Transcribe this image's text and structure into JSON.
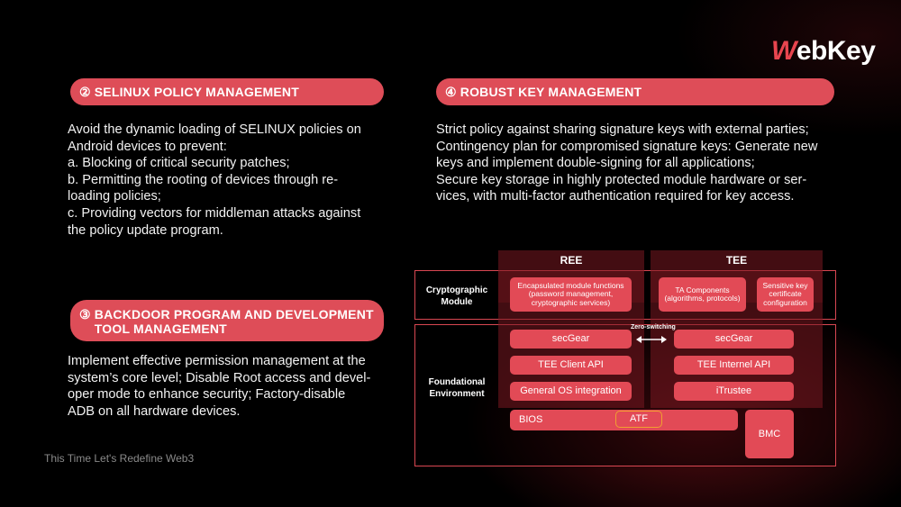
{
  "brand": {
    "logo_mark": "W",
    "logo_rest": "ebKey"
  },
  "sections": {
    "selinux": {
      "number": "②",
      "title": "SELINUX POLICY MANAGEMENT",
      "body": "Avoid the dynamic loading of SELINUX policies on\nAndroid devices to prevent:\na. Blocking of critical security patches;\nb. Permitting the rooting of devices through re-\nloading policies;\nc. Providing vectors for middleman attacks against\nthe policy update program."
    },
    "backdoor": {
      "number": "③",
      "title_line1": "BACKDOOR PROGRAM AND DEVELOPMENT",
      "title_line2": "TOOL MANAGEMENT",
      "body": "Implement effective permission management at the\nsystem’s core level; Disable Root access and devel-\noper mode to enhance security; Factory-disable\nADB on all hardware devices."
    },
    "keys": {
      "number": "④",
      "title": "ROBUST KEY MANAGEMENT",
      "body": "Strict policy against sharing signature keys with external parties;\nContingency plan for compromised signature keys: Generate new\nkeys and implement double-signing for all applications;\nSecure key storage in highly protected module hardware or ser-\nvices, with multi-factor authentication required for key access."
    }
  },
  "footer": "This Time Let's Redefine Web3",
  "diagram": {
    "columns": {
      "ree": "REE",
      "tee": "TEE"
    },
    "rows": {
      "crypto": "Cryptographic\nModule",
      "foundation": "Foundational\nEnvironment"
    },
    "ree_crypto": "Encapsulated module functions\n(password management,\ncryptographic services)",
    "tee_crypto_1": "TA Components\n(algorithms, protocols)",
    "tee_crypto_2": "Sensitive key\ncertificate\nconfiguration",
    "zero_switching": "Zero-switching",
    "ree_boxes": [
      "secGear",
      "TEE Client API",
      "General OS integration"
    ],
    "tee_boxes": [
      "secGear",
      "TEE Internel API",
      "iTrustee"
    ],
    "bios": "BIOS",
    "atf": "ATF",
    "bmc": "BMC"
  },
  "colors": {
    "accent": "#de4d58",
    "background": "#000000"
  }
}
